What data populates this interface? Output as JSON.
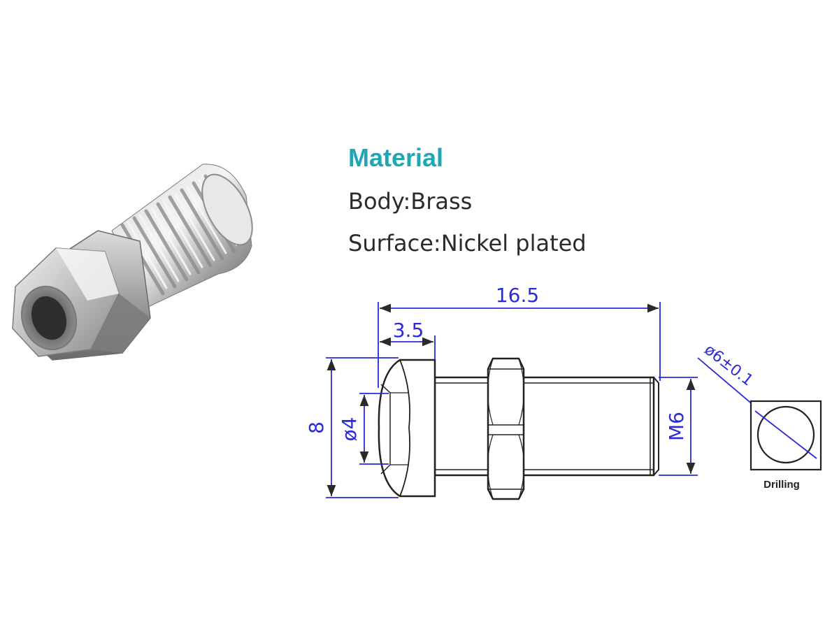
{
  "colors": {
    "heading": "#1fa7b6",
    "body_text": "#2b2b2b",
    "dimension": "#2a2ad8",
    "outline": "#222222"
  },
  "material": {
    "heading": "Material",
    "body": "Body:Brass",
    "surface": "Surface:Nickel plated"
  },
  "drawing": {
    "overall_length": "16.5",
    "head_length": "3.5",
    "head_height": "8",
    "bore_diameter": "ø4",
    "thread": "M6",
    "drilling_diameter": "ø6±0.1",
    "drilling_label": "Drilling"
  },
  "photo": {
    "icon": "hex-socket-screw-photo"
  }
}
